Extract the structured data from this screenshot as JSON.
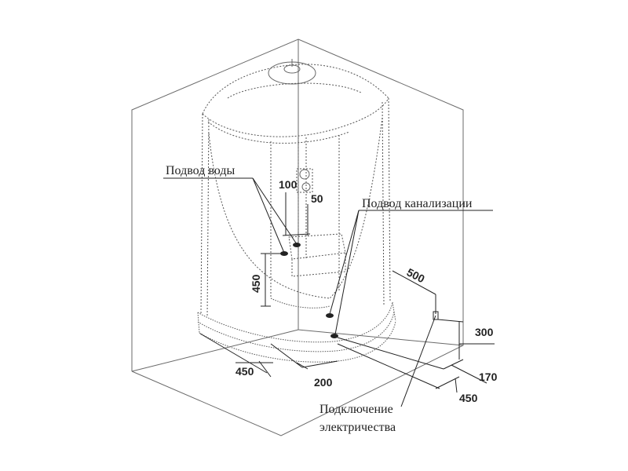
{
  "labels": {
    "water_supply": "Подвод воды",
    "sewer": "Подвод канализации",
    "electric_line1": "Подключение",
    "electric_line2": "электричества"
  },
  "dimensions": {
    "d100": "100",
    "d50": "50",
    "d450_vertical": "450",
    "d500": "500",
    "d300": "300",
    "d170": "170",
    "d450_right": "450",
    "d450_left": "450",
    "d200": "200"
  }
}
